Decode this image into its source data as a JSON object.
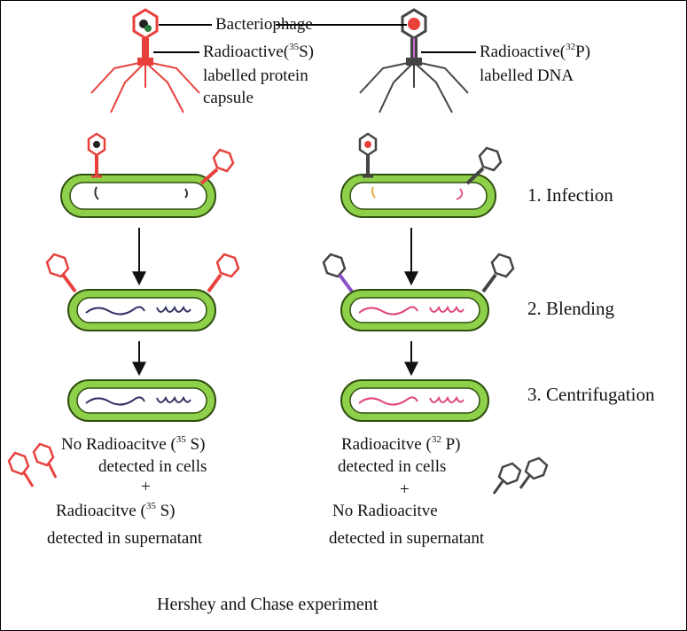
{
  "labels": {
    "bacteriophage": "Bacteriophage",
    "s_label_pre": "Radioactive(",
    "s_label_sup": "35",
    "s_label_post": "S)",
    "s_line2": "labelled protein",
    "s_line3": "capsule",
    "p_label_pre": "Radioactive(",
    "p_label_sup": "32",
    "p_label_post": "P)",
    "p_line2": "labelled DNA"
  },
  "steps": [
    "1. Infection",
    "2. Blending",
    "3. Centrifugation"
  ],
  "results": {
    "left": {
      "line1_pre": "No Radioacitve (",
      "line1_sup": "35",
      "line1_post": " S)",
      "line2": "detected in cells",
      "plus": "+",
      "line3_pre": "Radioacitve (",
      "line3_sup": "35",
      "line3_post": " S)",
      "line4": "detected in supernatant"
    },
    "right": {
      "line1_pre": "Radioacitve (",
      "line1_sup": "32",
      "line1_post": " P)",
      "line2": "detected in cells",
      "plus": "+",
      "line3": "No Radioacitve",
      "line4": "detected in supernatant"
    }
  },
  "caption": "Hershey and Chase experiment",
  "colors": {
    "red_phage": "#e8413c",
    "gray_phage": "#444444",
    "cell_green": "#8ed04a",
    "cell_outline": "#2f4f0f",
    "arrow": "#111111"
  }
}
